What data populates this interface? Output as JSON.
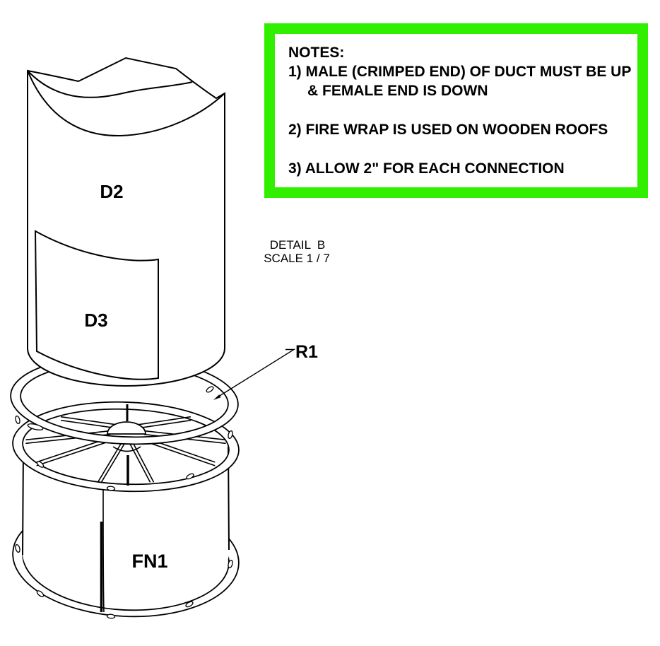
{
  "notes_box": {
    "title": "NOTES:",
    "lines": [
      "1) MALE (CRIMPED END) OF DUCT MUST BE UP",
      "& FEMALE END IS DOWN",
      "2) FIRE WRAP IS USED ON WOODEN ROOFS",
      "3) ALLOW 2\" FOR EACH CONNECTION"
    ],
    "border_color": "#30F000"
  },
  "detail_callout": {
    "title": "DETAIL  B",
    "scale": "SCALE 1 / 7"
  },
  "part_labels": {
    "duct_upper": "D2",
    "duct_panel": "D3",
    "ring": "R1",
    "fan": "FN1"
  },
  "colors": {
    "line": "#000000",
    "background": "#FFFFFF",
    "notes_border": "#30F000"
  }
}
